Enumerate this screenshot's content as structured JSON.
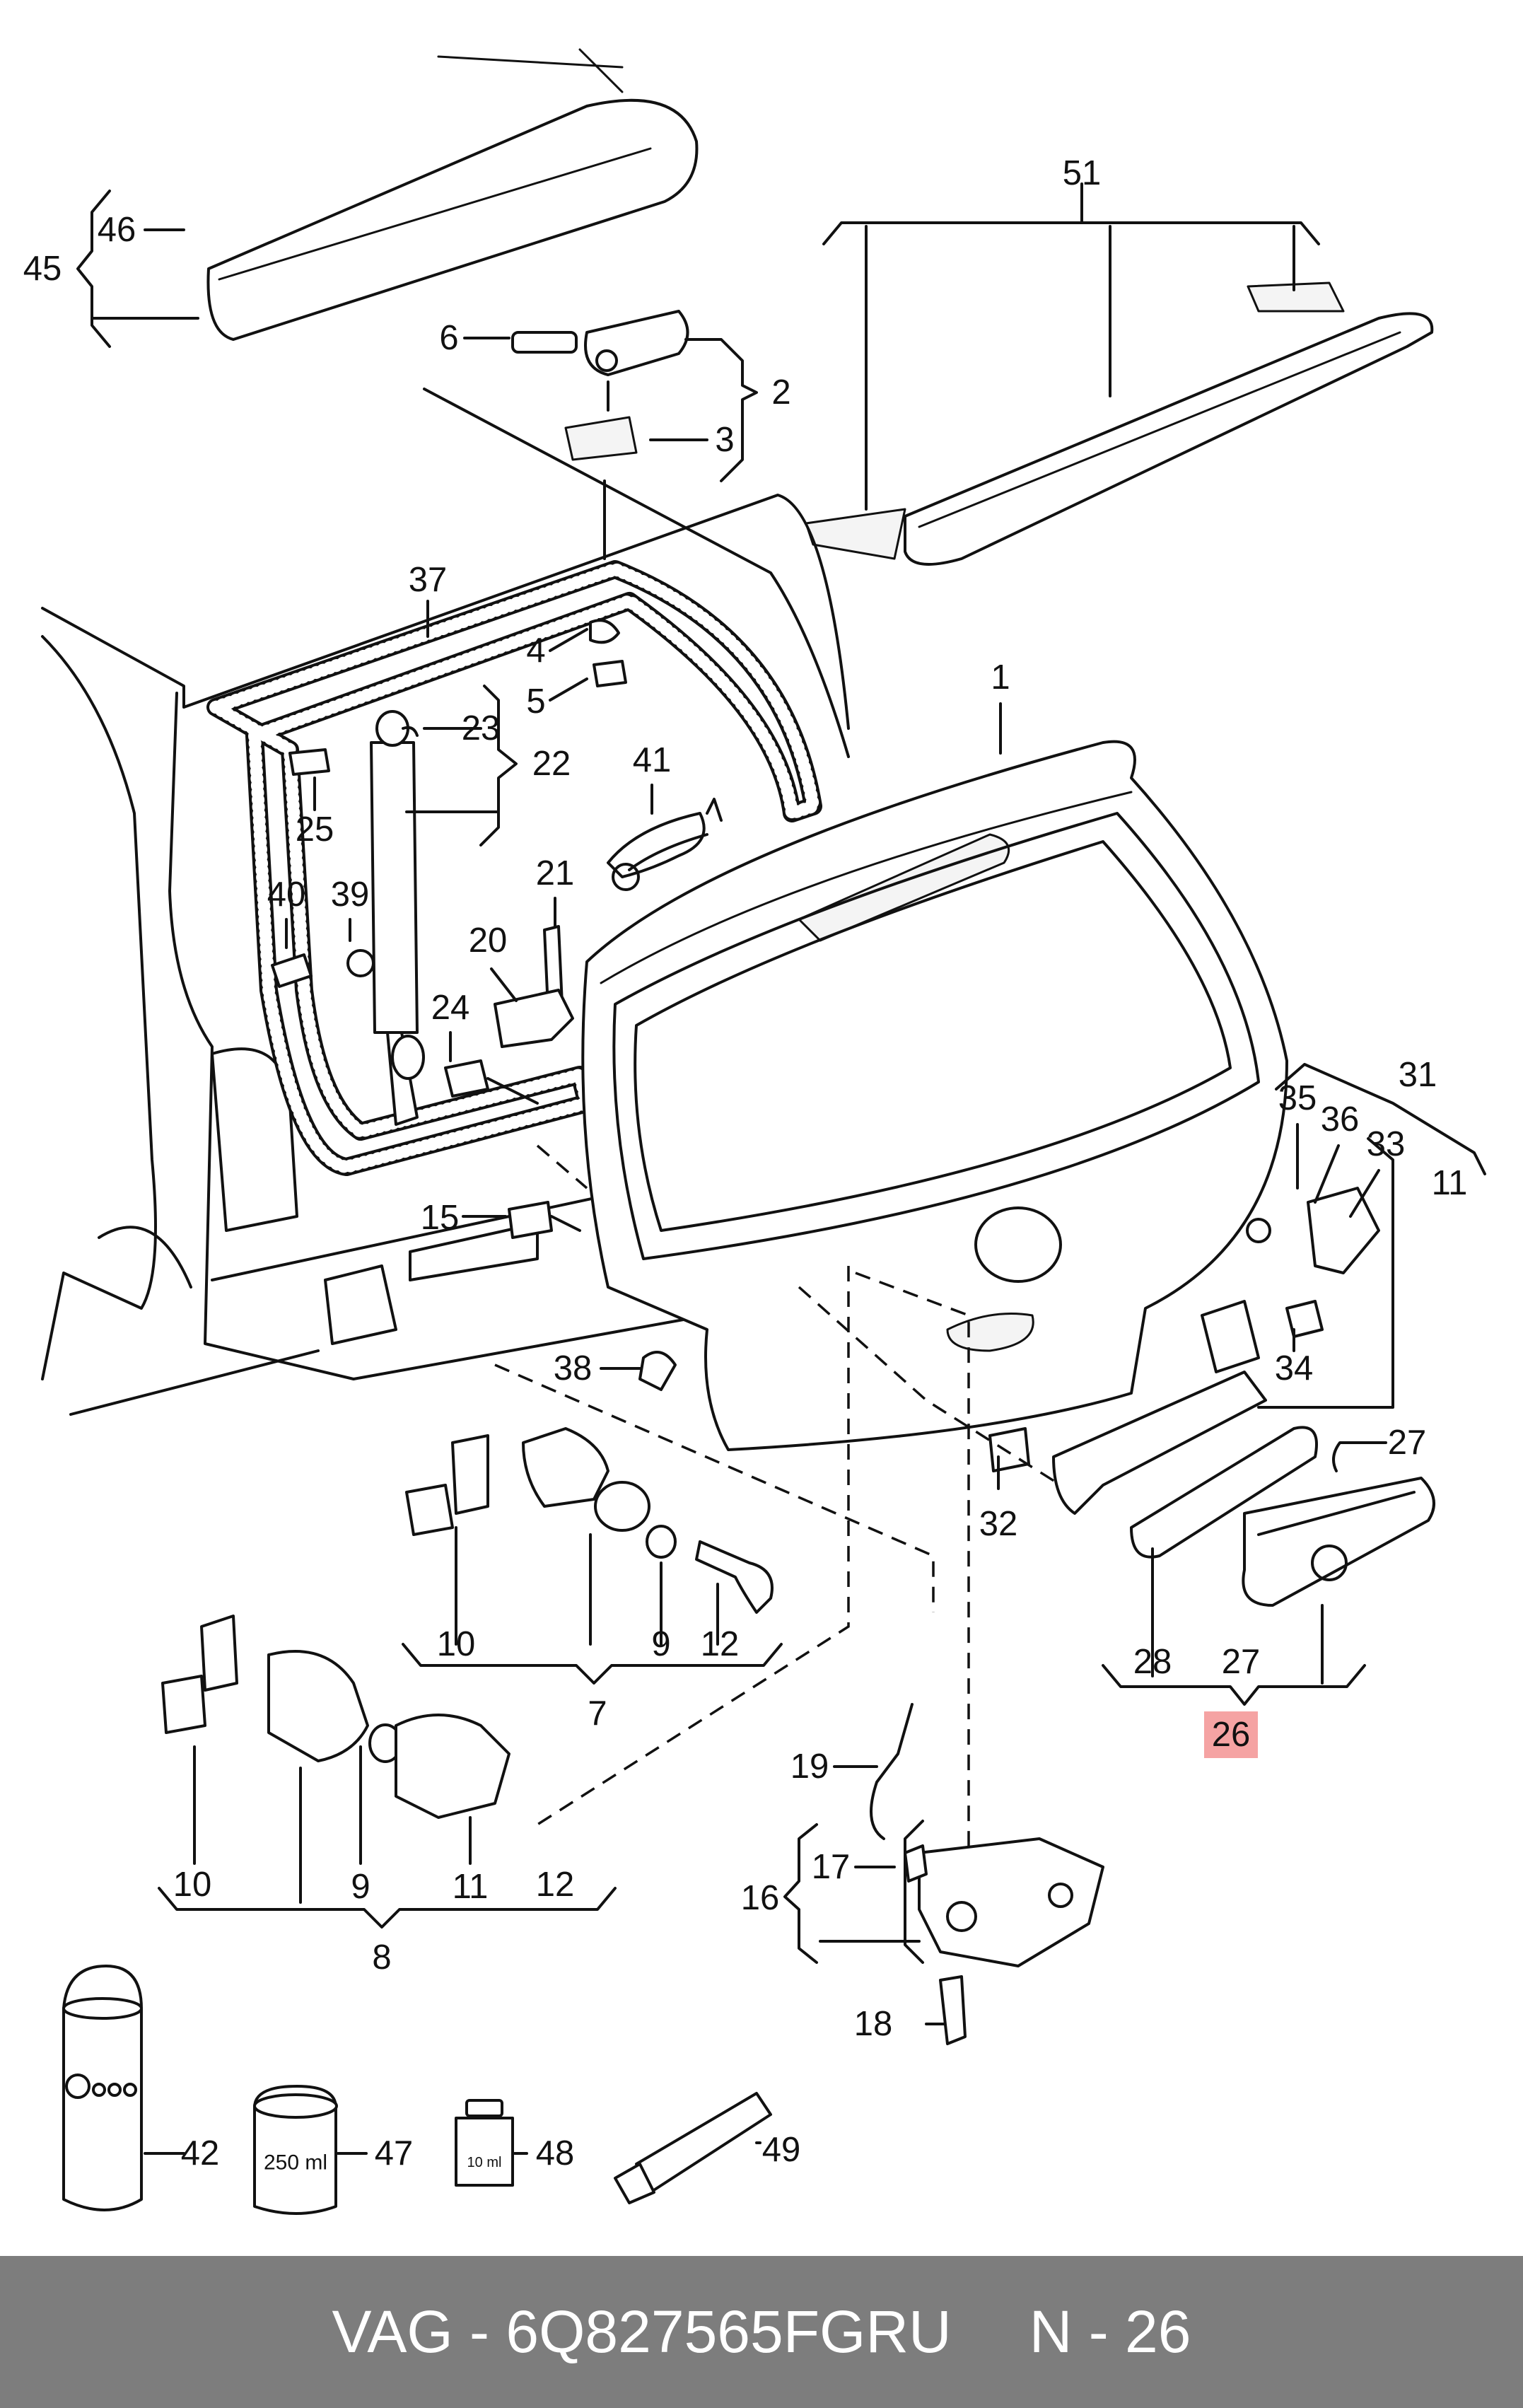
{
  "footer": {
    "brand": "VAG",
    "separator": " - ",
    "part_number": "6Q827565FGRU",
    "position_label": "N - 26"
  },
  "highlight": {
    "callout": "26",
    "color": "#f5a3a3"
  },
  "packaging": {
    "can_volume": "250 ml",
    "bottle_volume": "10 ml"
  },
  "callouts": {
    "c1": "1",
    "c2": "2",
    "c3": "3",
    "c4": "4",
    "c5": "5",
    "c6": "6",
    "c7": "7",
    "c8": "8",
    "c9a": "9",
    "c9b": "9",
    "c10a": "10",
    "c10b": "10",
    "c11a": "11",
    "c11b": "11",
    "c12a": "12",
    "c12b": "12",
    "c15": "15",
    "c16": "16",
    "c17": "17",
    "c18": "18",
    "c19": "19",
    "c20": "20",
    "c21": "21",
    "c22": "22",
    "c23": "23",
    "c24": "24",
    "c25": "25",
    "c26": "26",
    "c27a": "27",
    "c27b": "27",
    "c28": "28",
    "c31": "31",
    "c32": "32",
    "c33": "33",
    "c34": "34",
    "c35": "35",
    "c36": "36",
    "c37": "37",
    "c38": "38",
    "c39": "39",
    "c40": "40",
    "c41": "41",
    "c42": "42",
    "c45": "45",
    "c46": "46",
    "c47": "47",
    "c48": "48",
    "c49": "49",
    "c51": "51"
  }
}
